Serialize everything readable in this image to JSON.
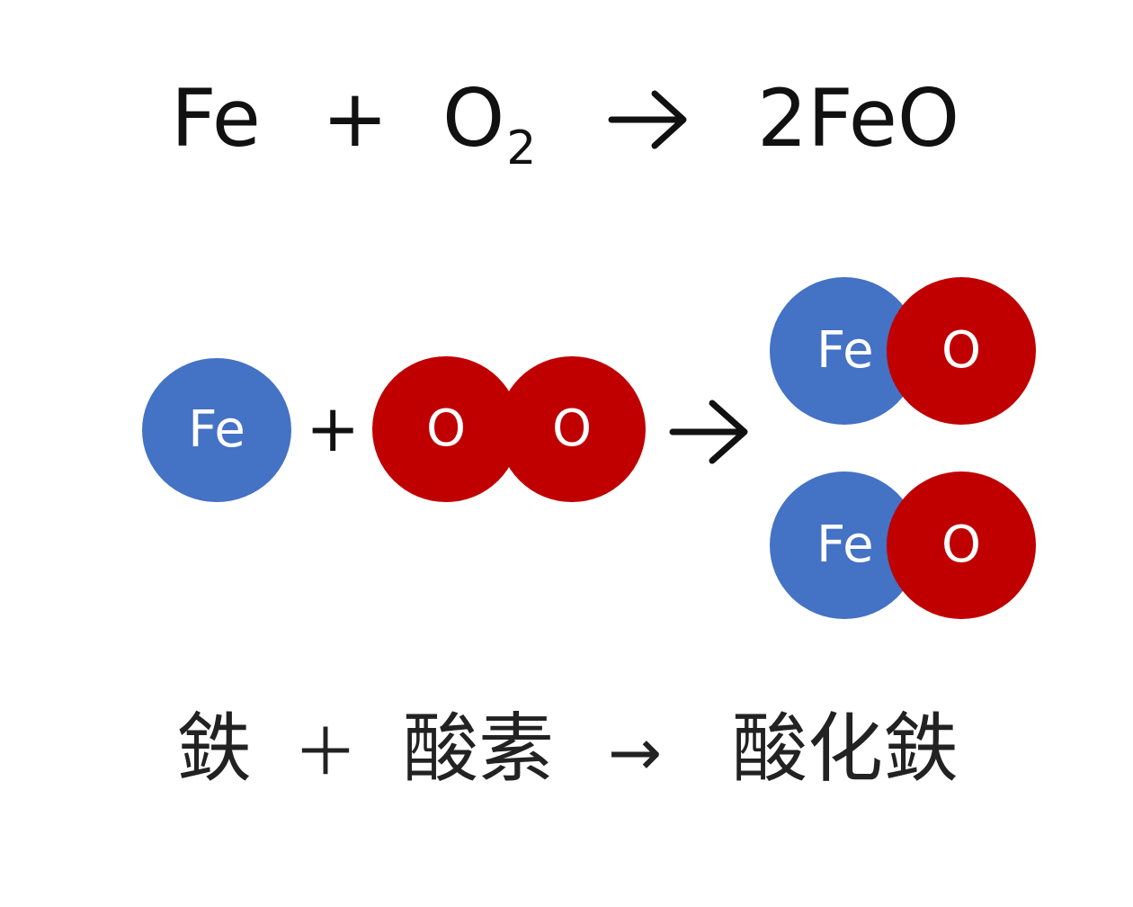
{
  "equation": {
    "reactant_1": "Fe",
    "plus": "+",
    "reactant_2_symbol": "O",
    "reactant_2_subscript": "2",
    "arrow": "→",
    "product": "2FeO"
  },
  "model": {
    "reactant_fe_label": "Fe",
    "plus": "+",
    "oxygen_label_1": "O",
    "oxygen_label_2": "O",
    "arrow": "→",
    "product_1_fe_label": "Fe",
    "product_1_o_label": "O",
    "product_2_fe_label": "Fe",
    "product_2_o_label": "O"
  },
  "words": {
    "reactant_1": "鉄",
    "plus": "＋",
    "reactant_2": "酸素",
    "arrow": "→",
    "product": "酸化鉄"
  },
  "colors": {
    "iron": "#4472C4",
    "oxygen": "#C00000",
    "text": "#111111"
  }
}
